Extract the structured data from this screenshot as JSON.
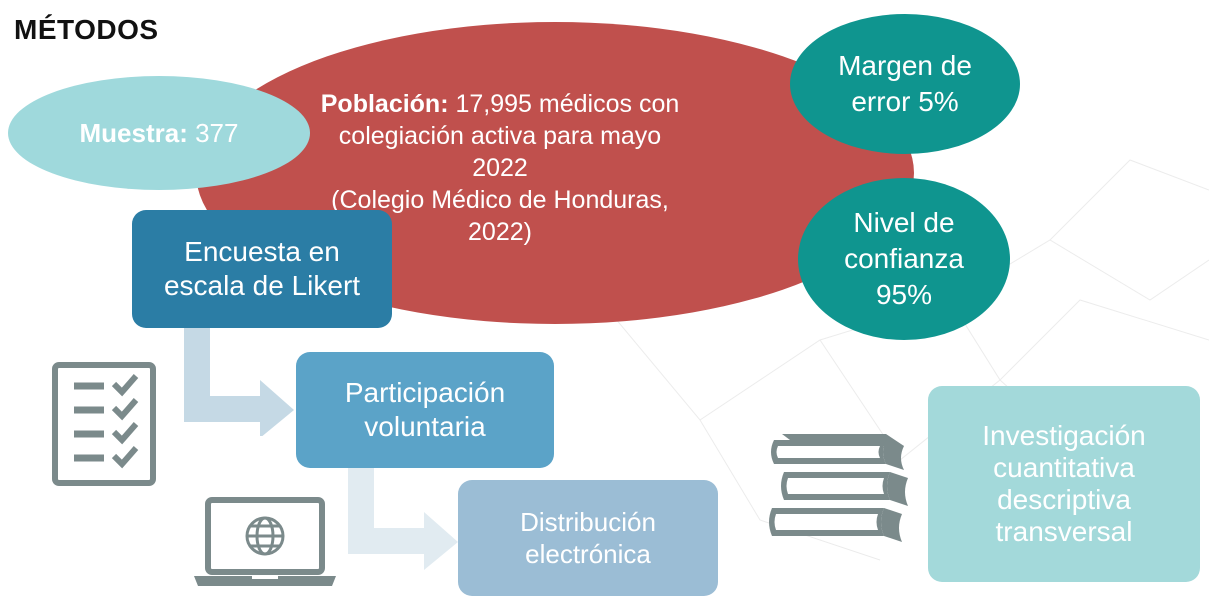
{
  "title": "MÉTODOS",
  "poblacion": {
    "label_bold": "Población:",
    "line1_rest": " 17,995 médicos con",
    "line2": "colegiación activa para mayo 2022",
    "line3": "(Colegio Médico de Honduras,",
    "line4": "2022)"
  },
  "muestra": {
    "label_bold": "Muestra:",
    "value": " 377"
  },
  "margen": {
    "line1": "Margen de",
    "line2": "error 5%"
  },
  "nivel": {
    "line1": "Nivel de",
    "line2": "confianza",
    "line3": "95%"
  },
  "steps": [
    {
      "line1": "Encuesta en",
      "line2": "escala de Likert"
    },
    {
      "line1": "Participación",
      "line2": "voluntaria"
    },
    {
      "line1": "Distribución",
      "line2": "electrónica"
    }
  ],
  "investigacion": {
    "line1": "Investigación",
    "line2": "cuantitativa",
    "line3": "descriptiva",
    "line4": "transversal"
  },
  "icons": [
    "checklist-icon",
    "laptop-globe-icon",
    "books-icon"
  ],
  "colors": {
    "poblacion": "#c0504d",
    "muestra": "#9fd9dc",
    "teal": "#0f958f",
    "step1": "#2b7da5",
    "step2": "#5ba3c8",
    "step3": "#9bbdd5",
    "investigacion": "#a3d9da",
    "icon_gray": "#7b8a8b"
  }
}
